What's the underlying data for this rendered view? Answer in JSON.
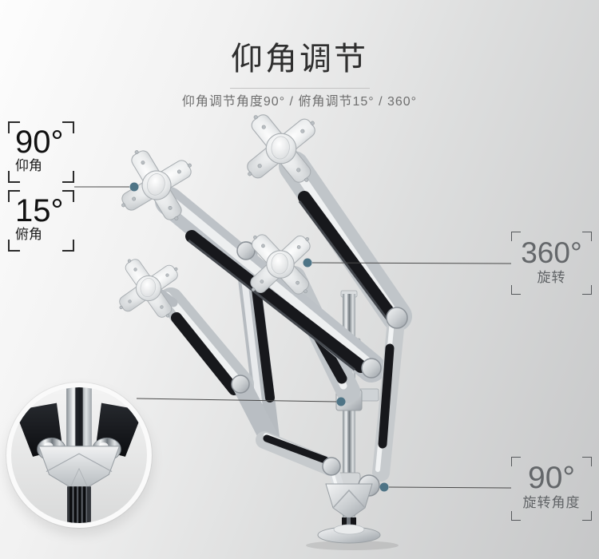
{
  "header": {
    "title": "仰角调节",
    "subtitle": "仰角调节角度90° / 俯角调节15° / 360°"
  },
  "callouts": {
    "elevation": {
      "value": "90°",
      "label": "仰角"
    },
    "depression": {
      "value": "15°",
      "label": "俯角"
    },
    "rotation": {
      "value": "360°",
      "label": "旋转"
    },
    "rotation_angle": {
      "value": "90°",
      "label": "旋转角度"
    }
  },
  "colors": {
    "connector_dot": "#4e7486",
    "background_top_left": "#fdfdfd",
    "background_bottom_right": "#c6c7c8",
    "title_text": "#2f2f2f",
    "subtitle_text": "#6e6e6e",
    "left_callout_text": "#111111",
    "right_callout_text": "#64676a"
  }
}
